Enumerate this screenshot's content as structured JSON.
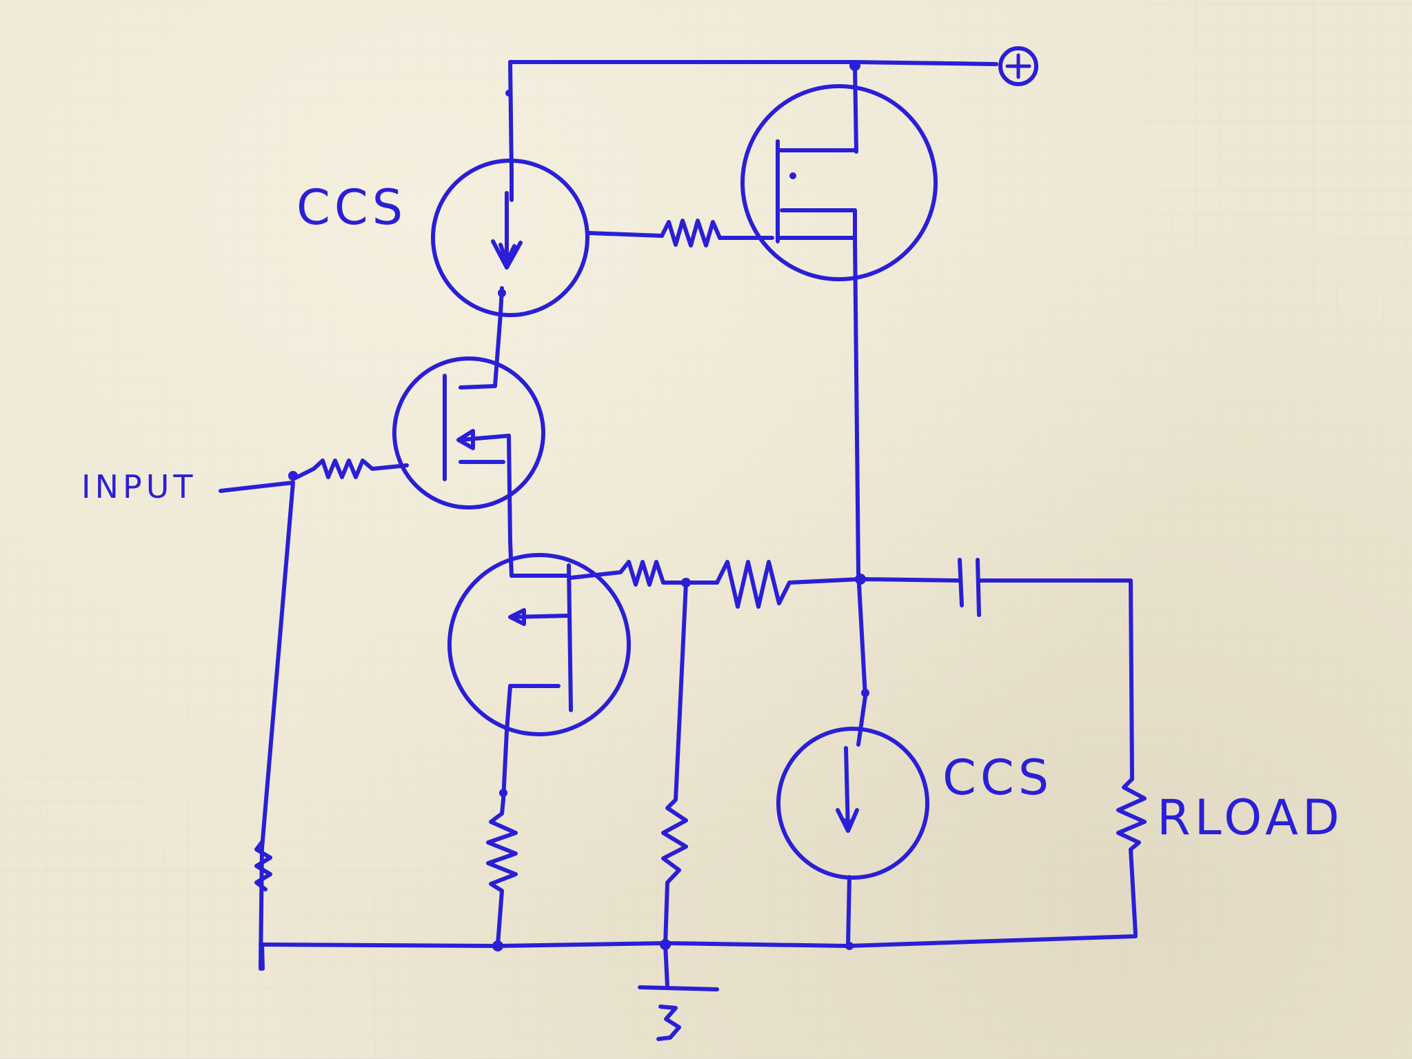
{
  "labels": {
    "ccs_top": "CCS",
    "ccs_bottom": "CCS",
    "input": "INPUT",
    "rload": "RLOAD",
    "plus": "+"
  },
  "colors": {
    "ink": "#2a1fd6",
    "paper": "#ede7d4"
  }
}
